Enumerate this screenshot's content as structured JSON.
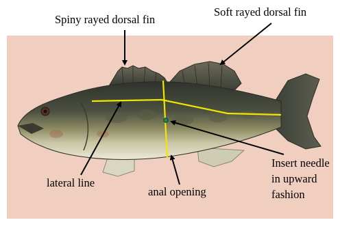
{
  "labels": {
    "spiny_dorsal_fin": "Spiny rayed dorsal fin",
    "soft_dorsal_fin": "Soft rayed dorsal fin",
    "lateral_line": "lateral line",
    "anal_opening": "anal opening",
    "insert_needle": "Insert needle in upward fashion"
  },
  "colors": {
    "background_panel": "#f1cfc0",
    "guide_lines": "#f2e600",
    "fish_back": "#2f332c",
    "fish_side": "#7a7a52",
    "fish_belly": "#e8e4cf"
  }
}
